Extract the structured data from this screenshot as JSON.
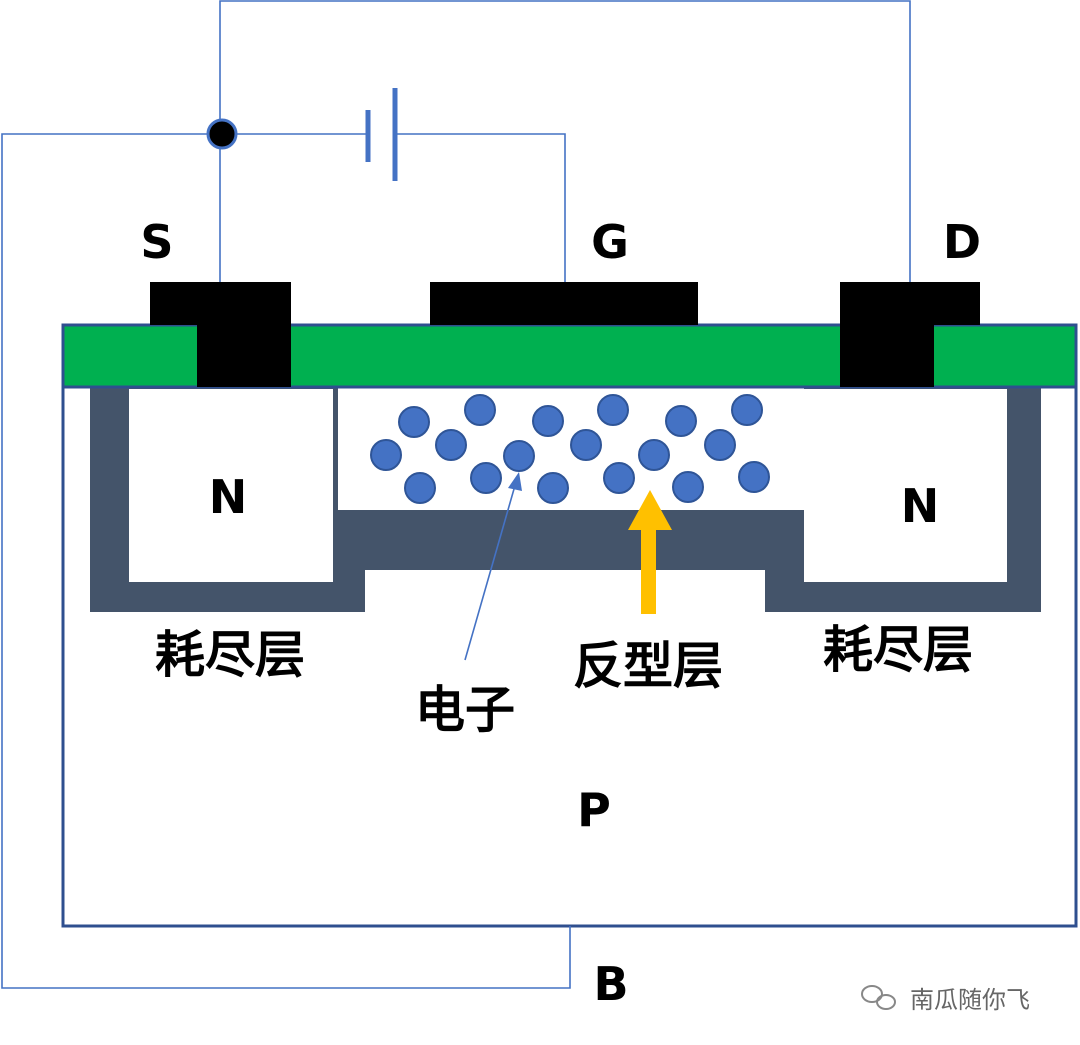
{
  "terminals": {
    "source": "S",
    "gate": "G",
    "drain": "D",
    "body": "B"
  },
  "regions": {
    "n_left": "N",
    "n_right": "N",
    "substrate": "P"
  },
  "annotations": {
    "depletion_left": "耗尽层",
    "depletion_right": "耗尽层",
    "electron": "电子",
    "inversion": "反型层"
  },
  "watermark": "南瓜随你飞",
  "colors": {
    "oxide": "#00b050",
    "metal": "#000000",
    "depletion": "#44546a",
    "electron": "#4472c4",
    "wire": "#4472c4",
    "arrow": "#ffc000"
  }
}
